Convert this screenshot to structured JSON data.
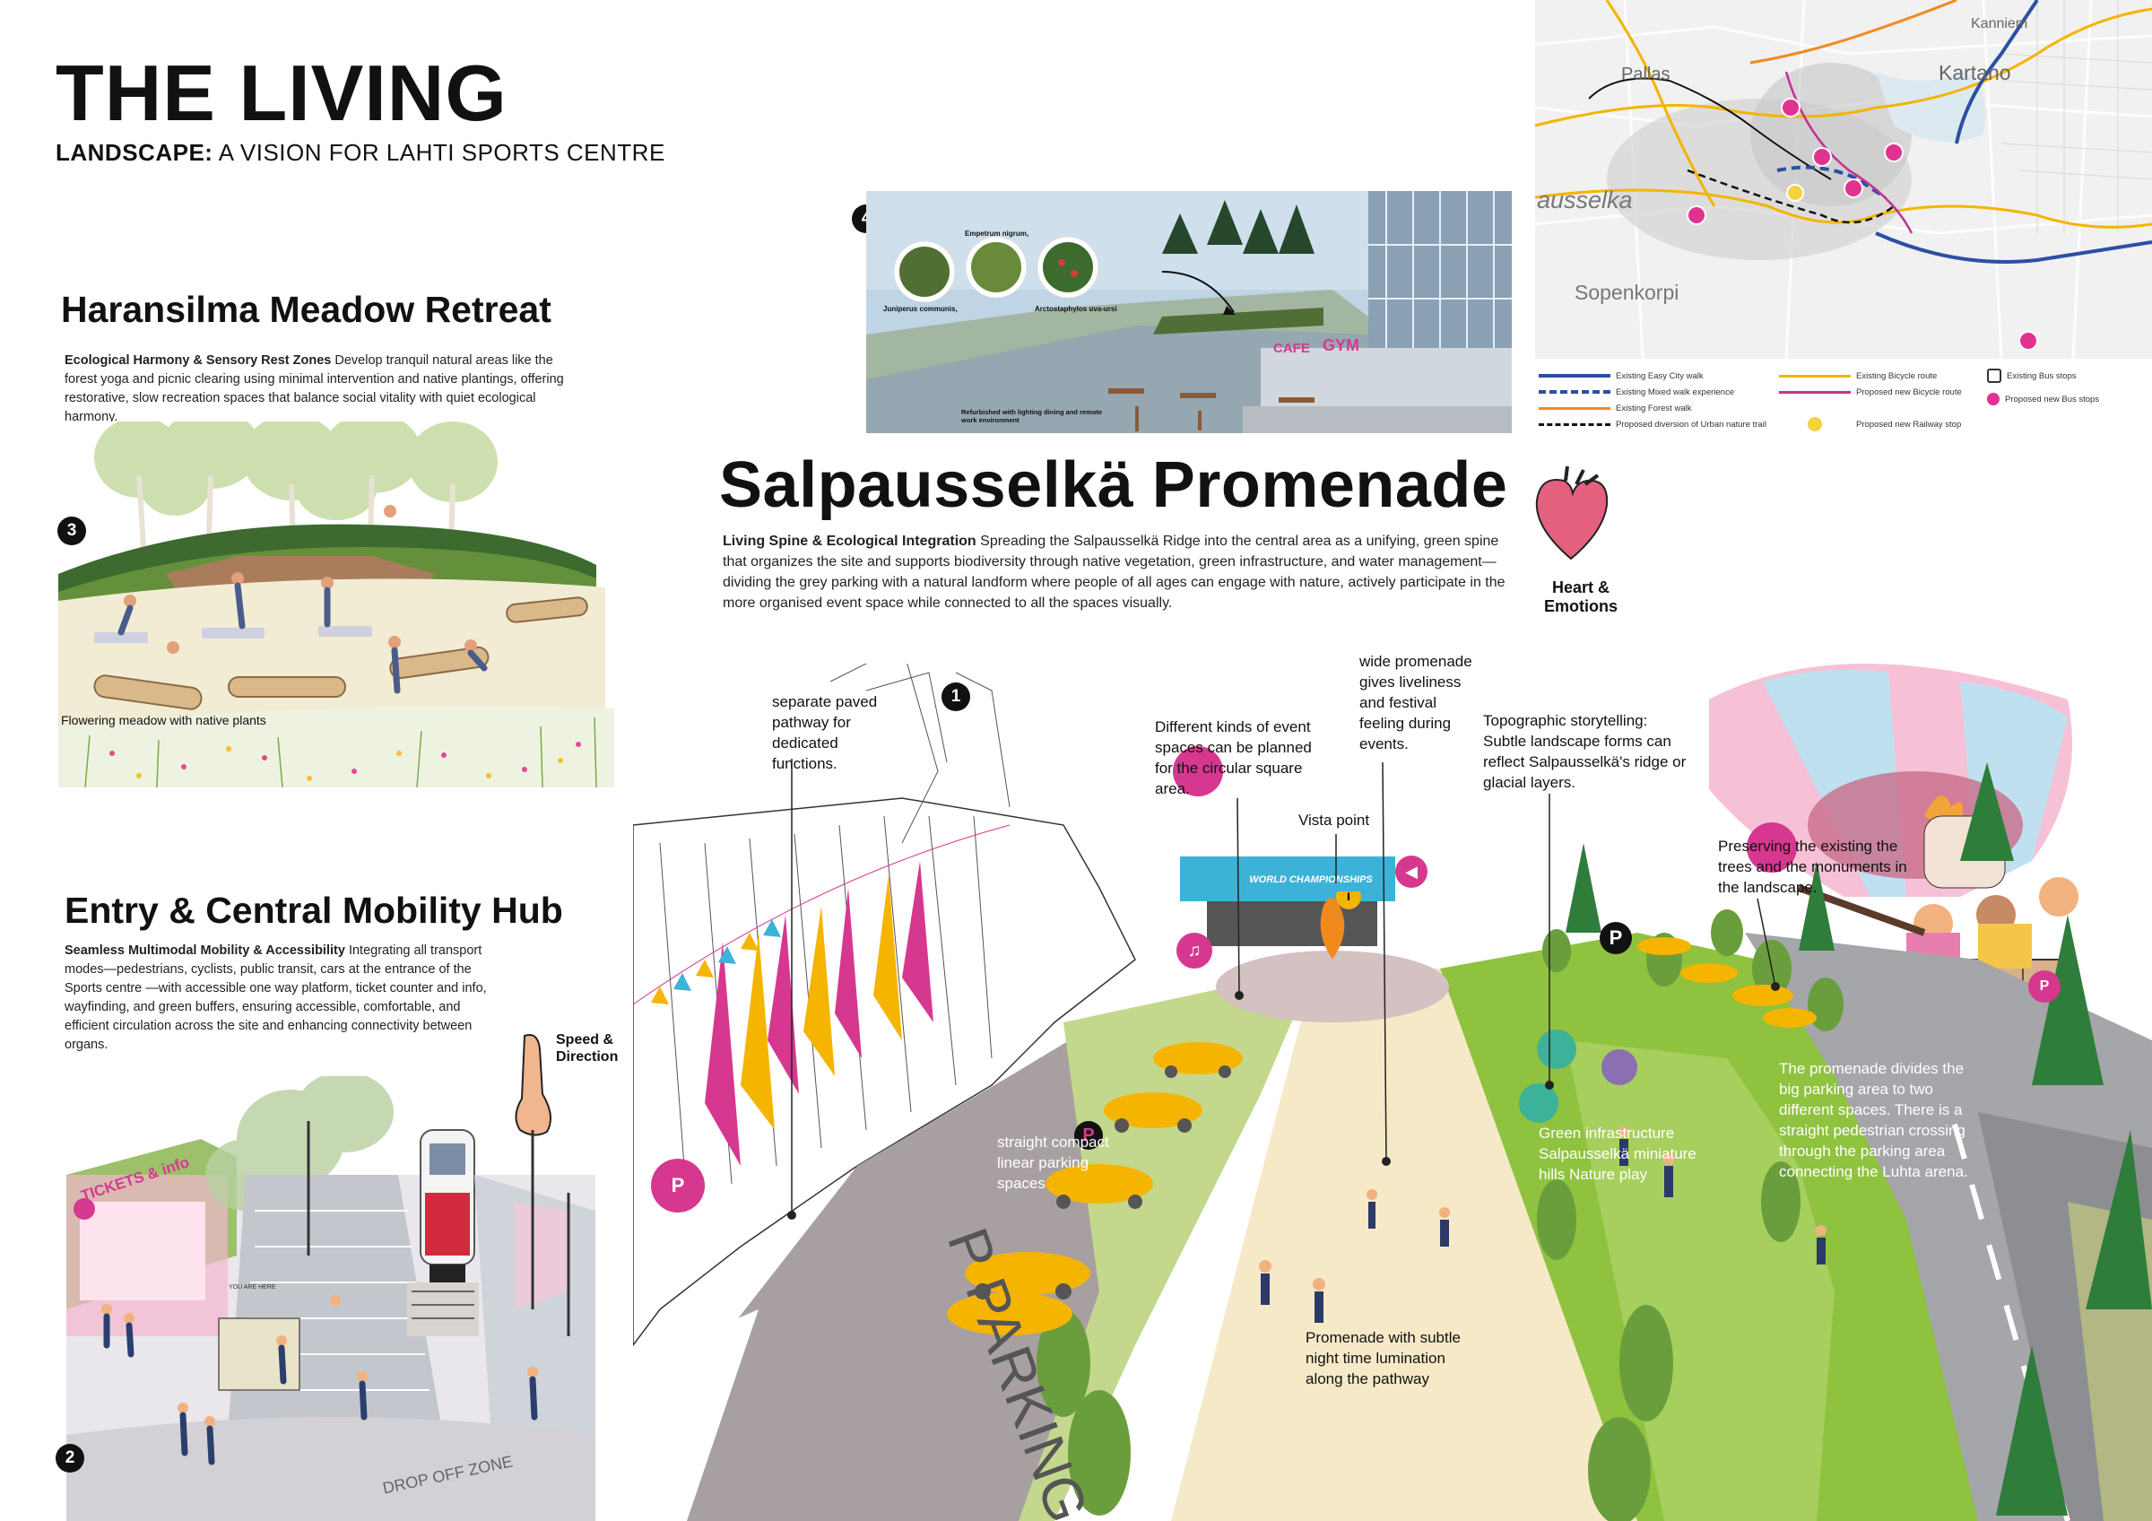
{
  "header": {
    "title": "THE LIVING",
    "subtitle_bold": "LANDSCAPE:",
    "subtitle_rest": " A VISION FOR LAHTI SPORTS CENTRE"
  },
  "meadow": {
    "heading": "Haransilma Meadow  Retreat",
    "para_bold": "Ecological Harmony & Sensory Rest Zones",
    "para_text": " Develop tranquil natural areas like the forest yoga and picnic clearing using minimal intervention and native plantings, offering restorative, slow recreation spaces that balance social vitality with quiet ecological harmony.",
    "number": "3",
    "caption": "Flowering meadow with native plants"
  },
  "mobility": {
    "heading": "Entry & Central Mobility Hub",
    "para_bold": "Seamless Multimodal Mobility & Accessibility",
    "para_text": " Integrating all transport modes—pedestrians, cyclists, public transit, cars at the entrance of the Sports centre —with accessible one way platform, ticket counter and info, wayfinding, and green buffers, ensuring accessible, comfortable, and efficient circulation across the site and enhancing connectivity between organs.",
    "speed_label": "Speed & Direction",
    "tickets_sign": "TICKETS & info",
    "you_are_here": "YOU ARE HERE",
    "drop_off": "DROP OFF ZONE",
    "number": "2"
  },
  "cafe": {
    "number": "4",
    "plant1": "Juniperus communis,",
    "plant2": "Empetrum nigrum,",
    "plant3": "Arctostaphylos uva-ursi",
    "cafe_sign": "CAFE",
    "gym_sign": "GYM",
    "caption": "Refurbished with lighting dining and remote work environment"
  },
  "map": {
    "places": [
      "Pallas",
      "Kartano",
      "Kanniem",
      "ausselka",
      "Sopenkorpi"
    ],
    "legend": [
      {
        "label": "Existing Easy City walk",
        "color": "#2b4fa3",
        "style": "solid"
      },
      {
        "label": "Existing Mixed walk experience",
        "color": "#2b4fa3",
        "style": "dashed"
      },
      {
        "label": "Existing Forest walk",
        "color": "#f08a1c",
        "style": "solid"
      },
      {
        "label": "Proposed diversion of Urban nature trail",
        "color": "#111111",
        "style": "dashed"
      },
      {
        "label": "Existing Bicycle route",
        "color": "#f3b400",
        "style": "solid"
      },
      {
        "label": "Proposed new Bicycle route",
        "color": "#c0338f",
        "style": "solid"
      },
      {
        "label": "Proposed new Railway stop",
        "color": "#f3d23c",
        "style": "dot"
      },
      {
        "label": "Existing Bus stops",
        "color": "#333333",
        "style": "icon"
      },
      {
        "label": "Proposed new Bus stops",
        "color": "#e0338f",
        "style": "icon"
      }
    ]
  },
  "promenade": {
    "heading": "Salpausselkä Promenade",
    "para_bold": "Living Spine & Ecological Integration",
    "para_text": " Spreading the Salpausselkä Ridge into the central area as a unifying, green spine that organizes the site and supports biodiversity through native vegetation, green infrastructure, and water management— dividing the grey parking with a natural landform where people of all ages can engage with nature, actively participate in the more organised event space while connected to all the spaces visually.",
    "heart_label": "Heart & Emotions",
    "number": "1"
  },
  "annotations": {
    "paved": "separate paved pathway for dedicated functions.",
    "event": "Different kinds of event spaces can be planned for the circular square area.",
    "wide": "wide promenade gives liveliness and festival feeling during events.",
    "topo": "Topographic storytelling: Subtle landscape forms can reflect Salpausselkä's ridge or glacial layers.",
    "vista": "Vista point",
    "preserve": "Preserving the existing the trees and the monuments in the landscape.",
    "parking": "straight compact linear parking spaces",
    "green_infra": "Green infrastructure Salpausselkä miniature hills Nature play",
    "divides": "The promenade divides the big parking area to two different spaces. There is a straight pedestrian crossing through the parking area connecting the Luhta arena.",
    "lumination": "Promenade with subtle night time lumination along the pathway",
    "world_champ": "WORLD CHAMPIONSHIPS",
    "road_text": "P PARKING S"
  },
  "colors": {
    "pink": "#d6388f",
    "yellow": "#f5b400",
    "green": "#8fc23f",
    "asphalt": "#a8a0a0",
    "promenade": "#f6e9c8"
  }
}
